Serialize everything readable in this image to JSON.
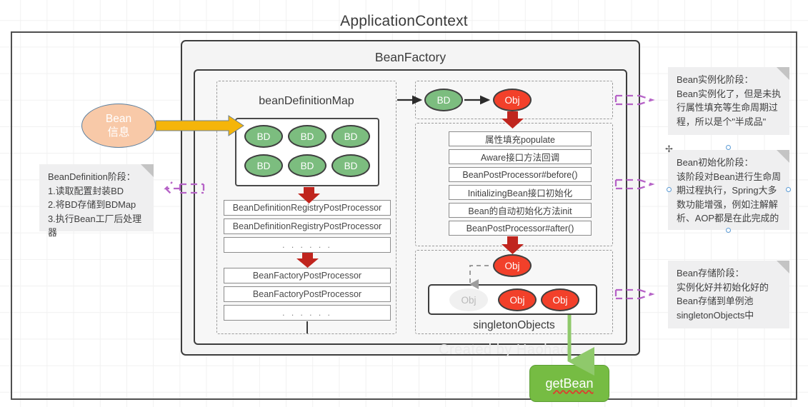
{
  "diagram": {
    "title": "ApplicationContext",
    "watermark": "Created by Haohao",
    "bean_factory": {
      "title": "BeanFactory"
    },
    "source_node": {
      "line1": "Bean",
      "line2": "信息"
    },
    "get_bean": {
      "label": "getBean"
    }
  },
  "bean_definition_map": {
    "title": "beanDefinitionMap",
    "entries": [
      "BD",
      "BD",
      "BD",
      "BD",
      "BD",
      "BD"
    ]
  },
  "processors": {
    "registry_post_processors": [
      "BeanDefinitionRegistryPostProcessor",
      "BeanDefinitionRegistryPostProcessor",
      ". . .   . . ."
    ],
    "factory_post_processors": [
      "BeanFactoryPostProcessor",
      "BeanFactoryPostProcessor",
      ". . .   . . ."
    ]
  },
  "instantiation": {
    "from": "BD",
    "to": "Obj"
  },
  "lifecycle_steps": [
    "属性填充populate",
    "Aware接口方法回调",
    "BeanPostProcessor#before()",
    "InitializingBean接口初始化",
    "Bean的自动初始化方法init",
    "BeanPostProcessor#after()"
  ],
  "singleton_pool": {
    "title": "singletonObjects",
    "incoming_obj": "Obj",
    "slots": [
      {
        "label": "Obj",
        "state": "ghost"
      },
      {
        "label": "Obj",
        "state": "filled"
      },
      {
        "label": "Obj",
        "state": "filled"
      }
    ]
  },
  "notes": {
    "bean_definition": {
      "lines": [
        "BeanDefinition阶段：",
        "1.读取配置封装BD",
        "2.将BD存储到BDMap",
        "3.执行Bean工厂后处理器"
      ]
    },
    "instantiation": {
      "lines": [
        "Bean实例化阶段：",
        "Bean实例化了，但是未执",
        "行属性填充等生命周期过",
        "程，所以是个\"半成品\""
      ]
    },
    "initialization": {
      "selected": true,
      "lines": [
        "Bean初始化阶段：",
        "该阶段对Bean进行生命周",
        "期过程执行，Spring大多",
        "数功能增强，例如注解解",
        "析、AOP都是在此完成的"
      ]
    },
    "storage": {
      "lines": [
        "Bean存储阶段：",
        "实例化好并初始化好的",
        "Bean存储到单例池",
        "singletonObjects中"
      ]
    }
  },
  "colors": {
    "bd_green": "#7cbd7f",
    "obj_red": "#f2402a",
    "get_bean_green": "#76bc43",
    "source_peach": "#f8c9a8",
    "yellow_arrow": "#f5b50a",
    "red_arrow": "#c0251e",
    "purple_dashed": "#b663c7",
    "note_gray": "#efeff0"
  }
}
